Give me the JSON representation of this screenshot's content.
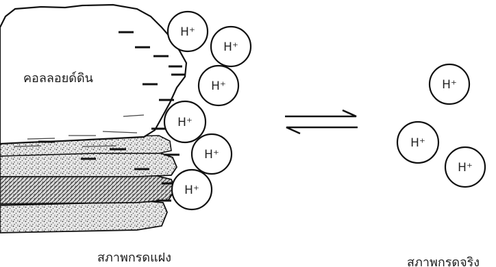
{
  "labels": {
    "colloid": "คอลลอยด์ดิน",
    "potential_acidity": "สภาพกรดแฝง",
    "active_acidity": "สภาพกรดจริง"
  },
  "ions": {
    "h": "H⁺"
  },
  "colors": {
    "ink": "#111111",
    "background": "#ffffff"
  }
}
